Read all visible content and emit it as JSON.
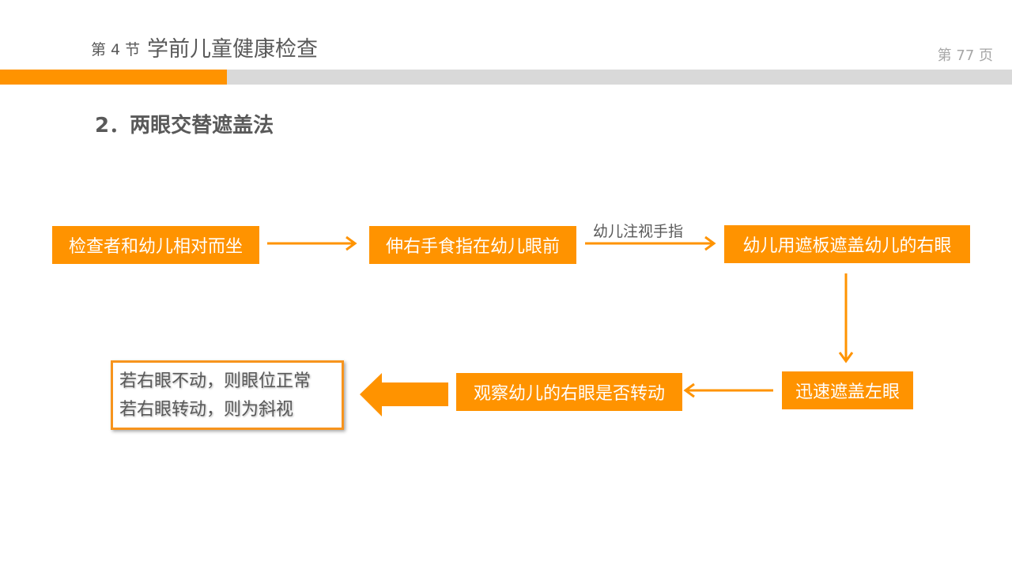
{
  "header": {
    "section": "第 4 节",
    "title": "学前儿童健康检查",
    "page": "第 77 页"
  },
  "heading": "2．两眼交替遮盖法",
  "flow": {
    "step1": "检查者和幼儿相对而坐",
    "step2": "伸右手食指在幼儿眼前",
    "arrow_label": "幼儿注视手指",
    "step3": "幼儿用遮板遮盖幼儿的右眼",
    "step4": "迅速遮盖左眼",
    "step5": "观察幼儿的右眼是否转动",
    "result": [
      "若右眼不动，则眼位正常",
      "若右眼转动，则为斜视"
    ]
  },
  "colors": {
    "accent": "#ff9300",
    "bar": "#d9d9d9"
  }
}
